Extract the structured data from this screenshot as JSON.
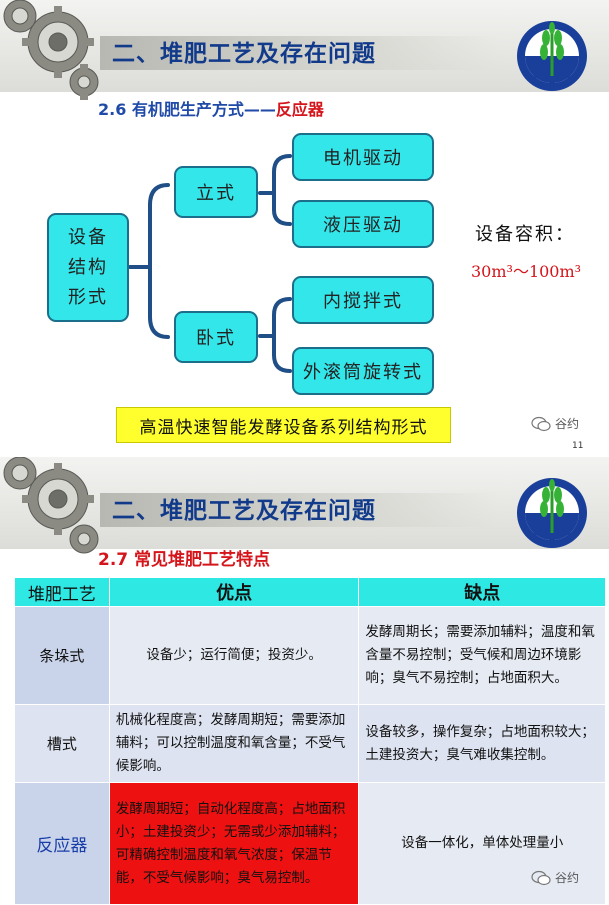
{
  "slide1": {
    "title": "二、堆肥工艺及存在问题",
    "subtitle_prefix": "2.6  有机肥生产方式——",
    "subtitle_red": "反应器",
    "root": "设备\n结构\n形式",
    "branch_vertical": "立式",
    "branch_horizontal": "卧式",
    "leaves_vertical": [
      "电机驱动",
      "液压驱动"
    ],
    "leaves_horizontal": [
      "内搅拌式",
      "外滚筒旋转式"
    ],
    "capacity_label": "设备容积：",
    "capacity_value": "30m³～100m³",
    "caption": "高温快速智能发酵设备系列结构形式",
    "watermark": "谷约",
    "page_number": "11"
  },
  "slide2": {
    "title": "二、堆肥工艺及存在问题",
    "subtitle": "2.7  常见堆肥工艺特点",
    "table": {
      "headers": [
        "堆肥工艺",
        "优点",
        "缺点"
      ],
      "rows": [
        {
          "process": "条垛式",
          "pros": "设备少；运行简便；投资少。",
          "cons": "发酵周期长；需要添加辅料；温度和氧含量不易控制；受气候和周边环境影响；臭气不易控制；占地面积大。"
        },
        {
          "process": "槽式",
          "pros": "机械化程度高；发酵周期短；需要添加辅料；可以控制温度和氧含量；不受气候影响。",
          "cons": "设备较多，操作复杂；占地面积较大；土建投资大；臭气难收集控制。"
        },
        {
          "process": "反应器",
          "pros": "发酵周期短；自动化程度高；占地面积小；土建投资少；无需或少添加辅料；可精确控制温度和氧气浓度；保温节能，不受气候影响；臭气易控制。",
          "cons": "设备一体化，单体处理量小"
        }
      ]
    },
    "watermark": "谷约"
  },
  "colors": {
    "title_blue": "#123a8a",
    "accent_red": "#d4151b",
    "box_cyan": "#33e6ea",
    "caption_yellow": "#ffff2e",
    "header_cyan": "#2ee8e4",
    "highlight_red": "#ee1111"
  },
  "icons": [
    "gear-cluster-icon",
    "wheat-gear-logo-icon",
    "wechat-chat-icon"
  ]
}
